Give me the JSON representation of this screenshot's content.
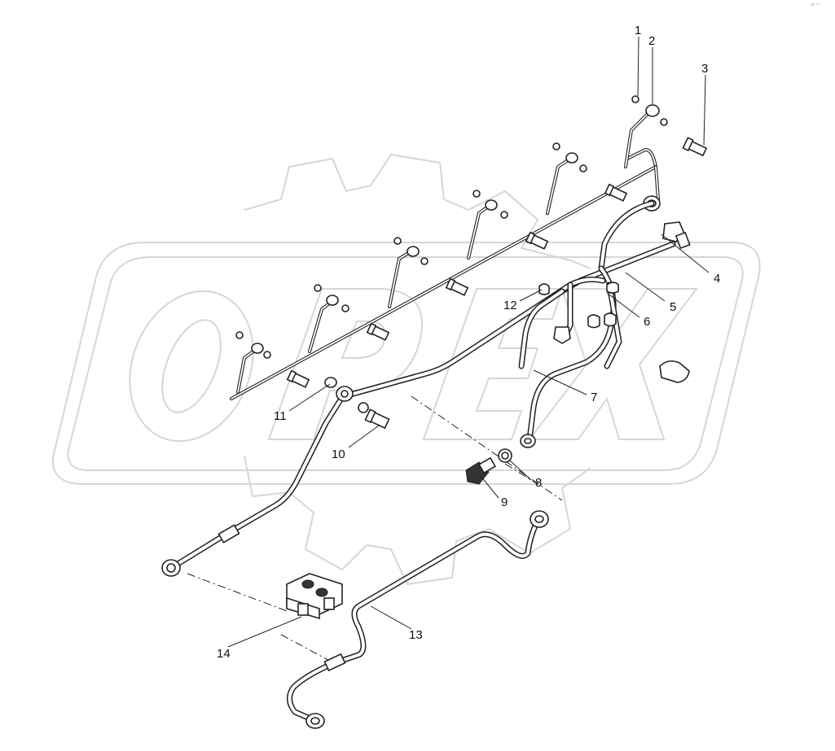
{
  "corner_mark": "ɑᵇ ᵒᵒᵒ",
  "callouts": {
    "c1": "1",
    "c2": "2",
    "c3": "3",
    "c4": "4",
    "c5": "5",
    "c6": "6",
    "c7": "7",
    "c8": "8",
    "c9": "9",
    "c10": "10",
    "c11": "11",
    "c12": "12",
    "c13": "13",
    "c14": "14"
  },
  "watermark": {
    "brand": "OPEX",
    "color": "#d6d6d6"
  }
}
